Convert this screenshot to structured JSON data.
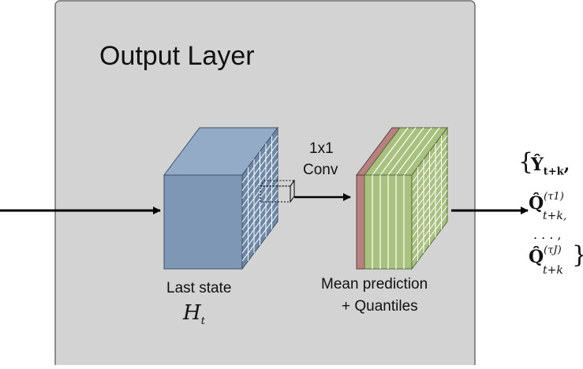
{
  "panel": {
    "title": "Output Layer"
  },
  "conv": {
    "line1": "1x1",
    "line2": "Conv"
  },
  "last_state": {
    "label": "Last state",
    "symbol": "H",
    "symbol_sub": "t"
  },
  "output_block": {
    "label_line1": "Mean prediction",
    "label_line2": "+ Quantiles"
  },
  "outputs": {
    "brace_open": "{",
    "brace_close": "}",
    "y_hat": "Ŷ",
    "y_hat_sub": "t+k",
    "q_hat": "Q̂",
    "q1_sup": "(τ1)",
    "qj_sup": "(τJ)",
    "q_sub": "t+k",
    "comma": ",",
    "ellipsis": ". . . ,"
  },
  "colors": {
    "panel_fill": "#d3d3d3",
    "panel_stroke": "#6f6f6f",
    "cube_front": "#7d97b5",
    "cube_top": "#93abc7",
    "cube_side": "#6e88a8",
    "green": "#a9c17f",
    "red": "#b88080",
    "arrow": "#000000"
  }
}
